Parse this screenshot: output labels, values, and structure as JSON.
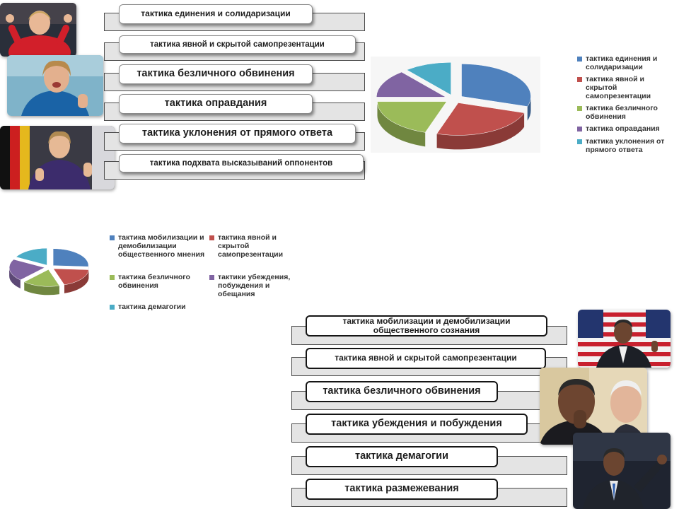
{
  "top_tactics": [
    "тактика единения и солидаризации",
    "тактика явной и скрытой самопрезентации",
    "тактика безличного обвинения",
    "тактика оправдания",
    "тактика уклонения от прямого ответа",
    "тактика подхвата высказываний оппонентов"
  ],
  "bottom_tactics": [
    "тактика мобилизации и демобилизации общественного сознания",
    "тактика явной и скрытой самопрезентации",
    "тактика безличного обвинения",
    "тактика убеждения и побуждения",
    "тактика демагогии",
    "тактика размежевания"
  ],
  "chart_data": [
    {
      "type": "pie",
      "labels": [
        "тактика единения и солидаризации",
        "тактика явной и скрытой самопрезентации",
        "тактика безличного обвинения",
        "тактика оправдания",
        "тактика уклонения от прямого ответа"
      ],
      "values": [
        30,
        25,
        20,
        14,
        11
      ],
      "colors": [
        "#4f81bd",
        "#c0504d",
        "#9bbb59",
        "#8064a2",
        "#4bacc6"
      ],
      "legend": "right"
    },
    {
      "type": "pie",
      "labels": [
        "тактика мобилизации и демобилизации общественного мнения",
        "тактика явной и скрытой самопрезентации",
        "тактика безличного обвинения",
        "тактики убеждения, побуждения и обещания",
        "тактика демагогии"
      ],
      "values": [
        26,
        19,
        17,
        21,
        17
      ],
      "colors": [
        "#4f81bd",
        "#c0504d",
        "#9bbb59",
        "#8064a2",
        "#4bacc6"
      ],
      "legend": "right"
    }
  ]
}
